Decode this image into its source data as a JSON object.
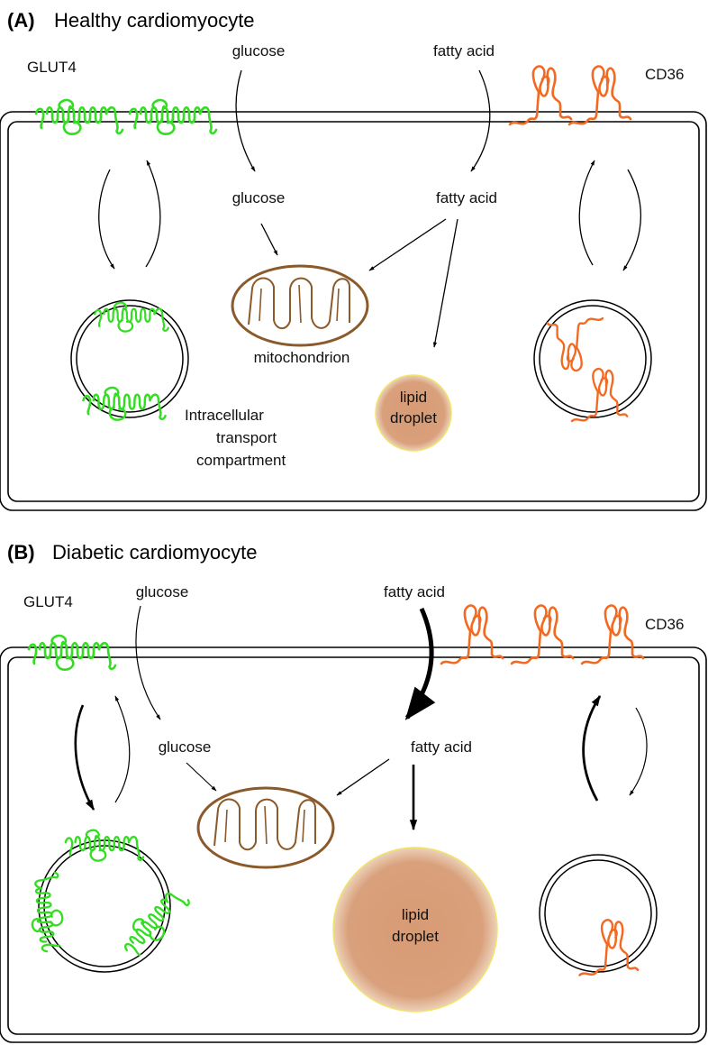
{
  "panel_a": {
    "letter": "(A)",
    "title": "Healthy cardiomyocyte",
    "labels": {
      "glut4": "GLUT4",
      "cd36": "CD36",
      "glucose_outside": "glucose",
      "fatty_acid_outside": "fatty acid",
      "glucose_inside": "glucose",
      "fatty_acid_inside": "fatty acid",
      "mitochondrion": "mitochondrion",
      "lipid_droplet_line1": "lipid",
      "lipid_droplet_line2": "droplet",
      "compartment_line1": "Intracellular",
      "compartment_line2": "transport",
      "compartment_line3": "compartment"
    }
  },
  "panel_b": {
    "letter": "(B)",
    "title": "Diabetic cardiomyocyte",
    "labels": {
      "glut4": "GLUT4",
      "cd36": "CD36",
      "glucose_outside": "glucose",
      "fatty_acid_outside": "fatty acid",
      "glucose_inside": "glucose",
      "fatty_acid_inside": "fatty acid",
      "lipid_droplet_line1": "lipid",
      "lipid_droplet_line2": "droplet"
    }
  },
  "colors": {
    "glut4": "#33dd22",
    "cd36": "#f26a22",
    "mitochondrion": "#8a5a2b",
    "lipid_fill": "#d9a07c",
    "lipid_rim": "#f2e36a",
    "membrane": "#000000"
  }
}
